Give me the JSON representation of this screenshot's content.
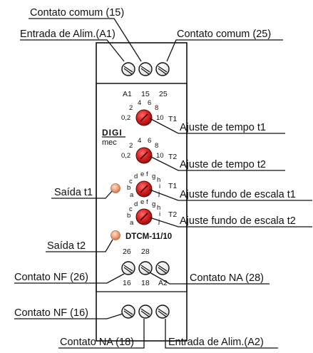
{
  "callouts": {
    "contato_comum_15": "Contato comum (15)",
    "entrada_alim_a1": "Entrada de Alim.(A1)",
    "contato_comum_25": "Contato comum (25)",
    "ajuste_tempo_t1": "Ajuste de tempo t1",
    "ajuste_tempo_t2": "Ajuste de tempo t2",
    "saida_t1": "Saída t1",
    "ajuste_fundo_t1": "Ajuste fundo de escala t1",
    "ajuste_fundo_t2": "Ajuste fundo de escala t2",
    "saida_t2": "Saída t2",
    "contato_nf_26": "Contato NF (26)",
    "contato_na_28": "Contato NA (28)",
    "contato_nf_16": "Contato NF (16)",
    "contato_na_18": "Contato NA (18)",
    "entrada_alim_a2": "Entrada de Alim.(A2)"
  },
  "device": {
    "top_terminals": [
      "A1",
      "15",
      "25"
    ],
    "time_scale": [
      "0,2",
      "2",
      "4",
      "6",
      "8",
      "10"
    ],
    "t1_label": "T1",
    "t2_label": "T2",
    "logo_top": "DIGI",
    "logo_bottom": "mec",
    "range_scale": [
      "a",
      "b",
      "c",
      "d",
      "e",
      "f",
      "g",
      "h",
      "i",
      "j"
    ],
    "model": "DTCM-11/10",
    "mid_terminals_top": [
      "26",
      "28"
    ],
    "mid_terminals_bottom": [
      "16",
      "18",
      "A2"
    ]
  },
  "colors": {
    "knob": "#d81e1e",
    "led": "#e9a07c",
    "housing": "#ffffff",
    "outline": "#111111"
  }
}
